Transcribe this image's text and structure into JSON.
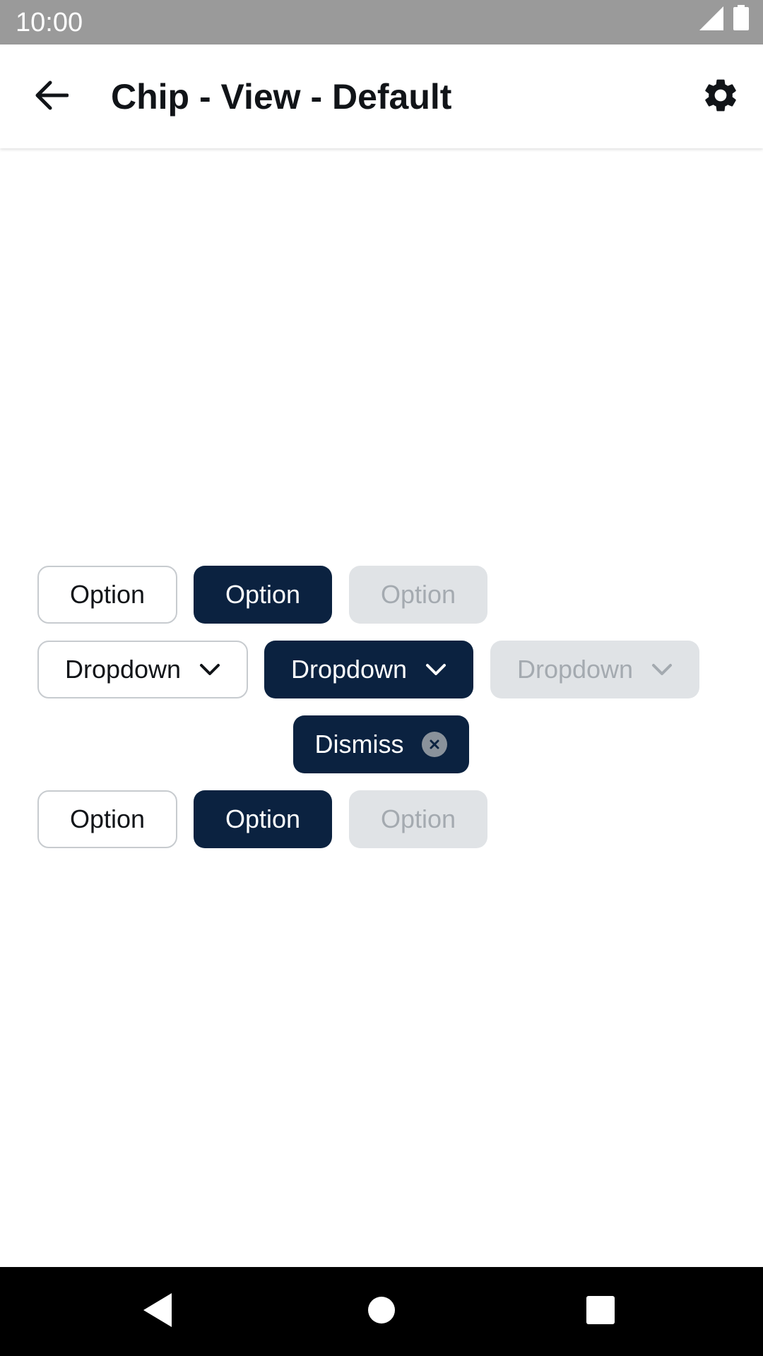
{
  "status_bar": {
    "time": "10:00",
    "icons": [
      "signal-icon",
      "battery-icon"
    ]
  },
  "app_bar": {
    "title": "Chip - View - Default",
    "back_icon": "arrow-left-icon",
    "settings_icon": "gear-icon"
  },
  "rows": [
    {
      "chips": [
        {
          "label": "Option",
          "state": "outline"
        },
        {
          "label": "Option",
          "state": "selected"
        },
        {
          "label": "Option",
          "state": "disabled"
        }
      ]
    },
    {
      "chips": [
        {
          "label": "Dropdown",
          "state": "outline",
          "icon": "chevron-down-icon"
        },
        {
          "label": "Dropdown",
          "state": "selected",
          "icon": "chevron-down-icon"
        },
        {
          "label": "Dropdown",
          "state": "disabled",
          "icon": "chevron-down-icon"
        }
      ]
    },
    {
      "chips": [
        {
          "label": "Dismiss",
          "state": "selected",
          "icon": "close-circle-icon"
        }
      ]
    },
    {
      "chips": [
        {
          "label": "Option",
          "state": "outline"
        },
        {
          "label": "Option",
          "state": "selected"
        },
        {
          "label": "Option",
          "state": "disabled"
        }
      ]
    }
  ],
  "colors": {
    "selected_bg": "#0b2240",
    "disabled_bg": "#e0e3e6",
    "disabled_text": "#a4aab0",
    "outline_border": "#c7cbcf",
    "status_bar": "#9a9a9a"
  },
  "nav_bar": {
    "icons": [
      "back-triangle-icon",
      "home-circle-icon",
      "recents-square-icon"
    ]
  }
}
